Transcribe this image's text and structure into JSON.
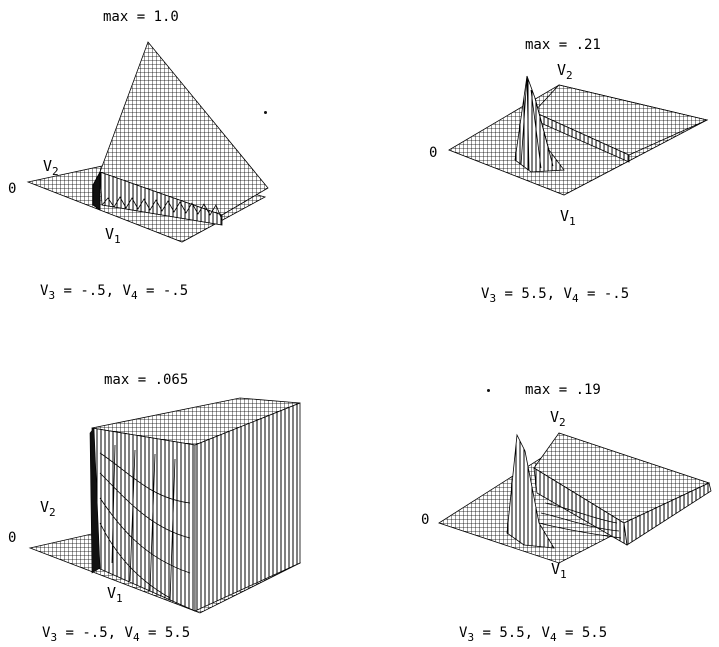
{
  "panels": [
    {
      "max_label": "max = 1.0",
      "axis_v2": "V",
      "axis_v2_sub": "2",
      "axis_v1": "V",
      "axis_v1_sub": "1",
      "zero": "0",
      "caption": {
        "a": "V",
        "a_sub": "3",
        "a_val": " = -.5, ",
        "b": "V",
        "b_sub": "4",
        "b_val": " = -.5"
      }
    },
    {
      "max_label": "max = .21",
      "axis_v2": "V",
      "axis_v2_sub": "2",
      "axis_v1": "V",
      "axis_v1_sub": "1",
      "zero": "0",
      "caption": {
        "a": "V",
        "a_sub": "3",
        "a_val": " = 5.5, ",
        "b": "V",
        "b_sub": "4",
        "b_val": " = -.5"
      }
    },
    {
      "max_label": "max = .065",
      "axis_v2": "V",
      "axis_v2_sub": "2",
      "axis_v1": "V",
      "axis_v1_sub": "1",
      "zero": "0",
      "caption": {
        "a": "V",
        "a_sub": "3",
        "a_val": " = -.5, ",
        "b": "V",
        "b_sub": "4",
        "b_val": " = 5.5"
      }
    },
    {
      "max_label": "max = .19",
      "axis_v2": "V",
      "axis_v2_sub": "2",
      "axis_v1": "V",
      "axis_v1_sub": "1",
      "zero": "0",
      "caption": {
        "a": "V",
        "a_sub": "3",
        "a_val": " = 5.5, ",
        "b": "V",
        "b_sub": "4",
        "b_val": " = 5.5"
      }
    }
  ]
}
